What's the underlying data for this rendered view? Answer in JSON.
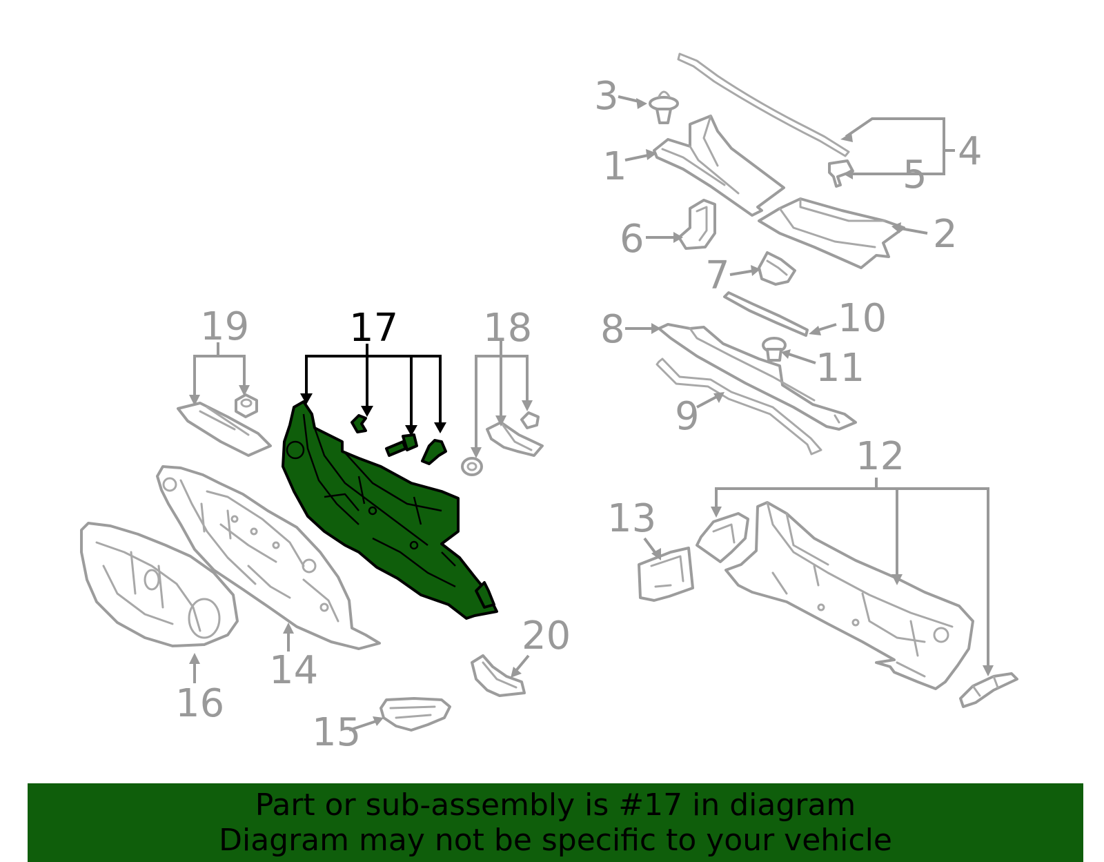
{
  "callouts": {
    "c1": "1",
    "c2": "2",
    "c3": "3",
    "c4": "4",
    "c5": "5",
    "c6": "6",
    "c7": "7",
    "c8": "8",
    "c9": "9",
    "c10": "10",
    "c11": "11",
    "c12": "12",
    "c13": "13",
    "c14": "14",
    "c15": "15",
    "c16": "16",
    "c17": "17",
    "c18": "18",
    "c19": "19",
    "c20": "20"
  },
  "highlighted_part": "17",
  "colors": {
    "highlight": "#0f5e0b",
    "line_art": "#9c9c9c",
    "callout_text": "#999999"
  },
  "banner": {
    "line1": "Part or sub-assembly is #17 in diagram",
    "line2": "Diagram may not be specific to your vehicle"
  }
}
